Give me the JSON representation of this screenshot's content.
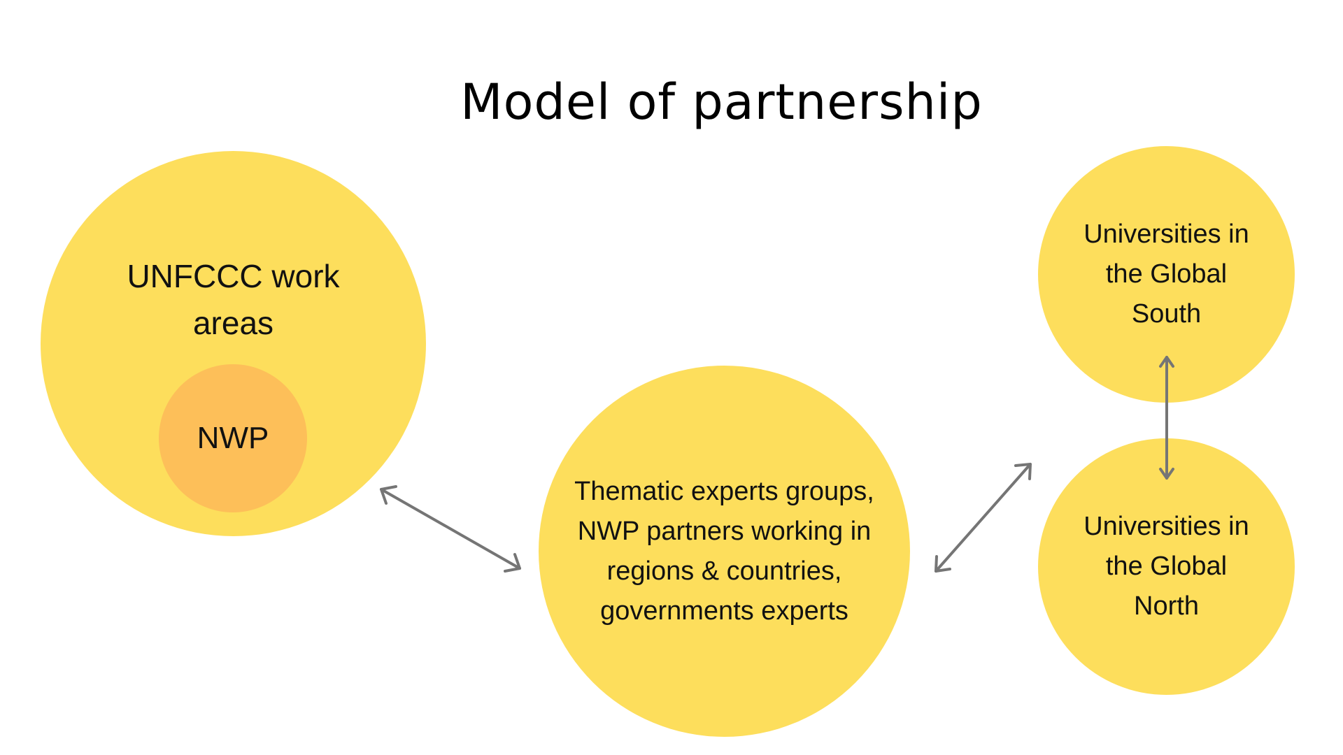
{
  "title": "Model of partnership",
  "colors": {
    "circle_yellow": "#fdde5c",
    "circle_orange": "#fdbf59",
    "arrow_gray": "#757575",
    "text": "#111111"
  },
  "nodes": {
    "unfccc": {
      "label": "UNFCCC work areas"
    },
    "nwp": {
      "label": "NWP"
    },
    "thematic": {
      "label": "Thematic experts groups, NWP partners working in regions & countries, governments experts"
    },
    "global_south": {
      "label": "Universities in the Global South"
    },
    "global_north": {
      "label": "Universities in the Global North"
    }
  },
  "connections": [
    {
      "from": "unfccc",
      "to": "thematic",
      "type": "bidirectional-arrow"
    },
    {
      "from": "thematic",
      "to": "global_south",
      "type": "bidirectional-arrow"
    },
    {
      "from": "global_south",
      "to": "global_north",
      "type": "bidirectional-arrow"
    }
  ]
}
